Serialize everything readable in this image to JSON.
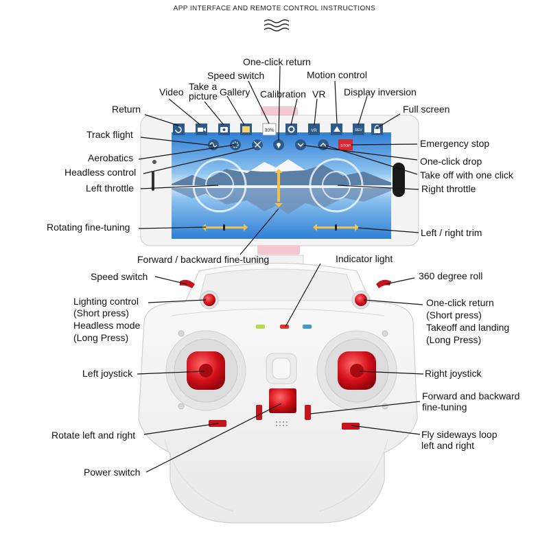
{
  "header": {
    "title": "APP INTERFACE AND REMOTE CONTROL INSTRUCTIONS"
  },
  "app_icons": {
    "speed": "30%",
    "vr": "VR",
    "rev": "REV",
    "stop": "STOP"
  },
  "labels": {
    "one_click_return_top": "One-click return",
    "speed_switch_top": "Speed switch",
    "motion_control": "Motion control",
    "take_a_picture_1": "Take a",
    "take_a_picture_2": "picture",
    "video": "Video",
    "gallery": "Gallery",
    "calibration": "Calibration",
    "vr": "VR",
    "display_inversion": "Display inversion",
    "return": "Return",
    "full_screen": "Full screen",
    "track_flight": "Track flight",
    "emergency_stop": "Emergency stop",
    "aerobatics": "Aerobatics",
    "one_click_drop": "One-click drop",
    "headless_control": "Headless control",
    "take_off_one_click": "Take off with one click",
    "left_throttle": "Left throttle",
    "right_throttle": "Right throttle",
    "rotating_fine_tuning": "Rotating fine-tuning",
    "left_right_trim": "Left / right trim",
    "fwd_back_fine_tuning_top": "Forward / backward fine-tuning",
    "indicator_light": "Indicator light",
    "speed_switch_rc": "Speed switch",
    "roll_360": "360 degree roll",
    "lighting_1": "Lighting control",
    "lighting_2": "(Short press)",
    "lighting_3": "Headless mode",
    "lighting_4": "(Long Press)",
    "ocr_1": "One-click return",
    "ocr_2": "(Short press)",
    "ocr_3": "Takeoff and landing",
    "ocr_4": "(Long Press)",
    "left_joystick": "Left joystick",
    "right_joystick": "Right joystick",
    "fwd_back_1": "Forward and backward",
    "fwd_back_2": "fine-tuning",
    "rotate_lr": "Rotate left and right",
    "fly_sideways_1": "Fly sideways loop",
    "fly_sideways_2": "left and right",
    "power_switch": "Power switch"
  }
}
